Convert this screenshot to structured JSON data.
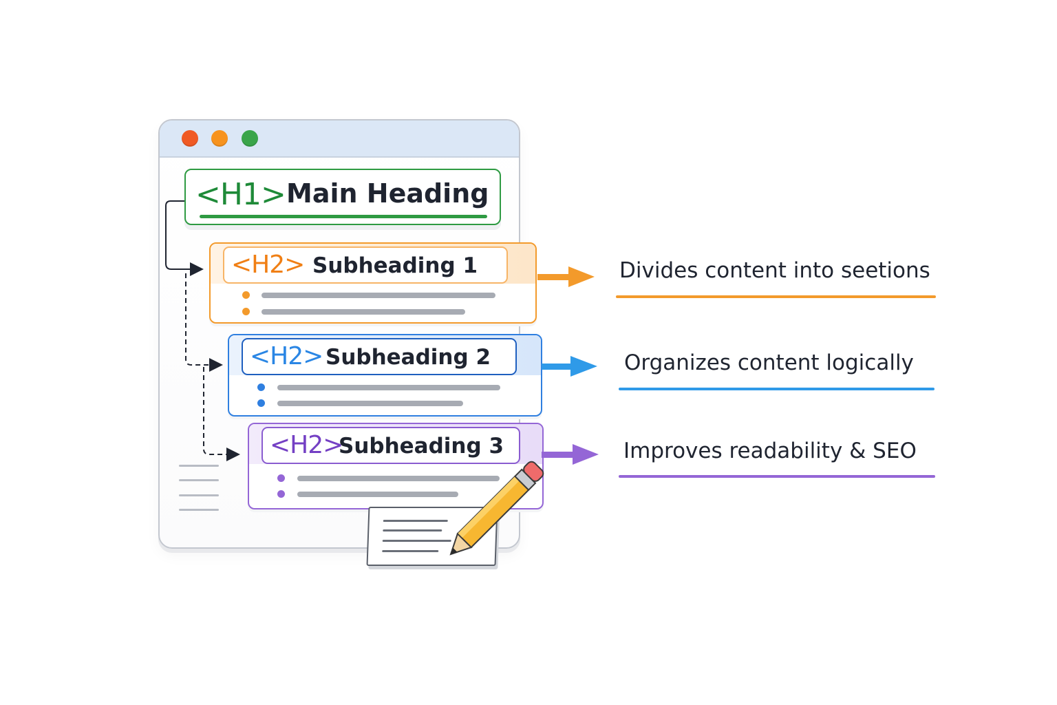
{
  "window": {
    "controls": [
      {
        "name": "close",
        "color": "#f05a24"
      },
      {
        "name": "minimize",
        "color": "#f7931e"
      },
      {
        "name": "maximize",
        "color": "#3aa54a"
      }
    ]
  },
  "main_heading": {
    "tag": "<H1>",
    "text": "Main Heading",
    "color": "#2e9a42"
  },
  "subheadings": [
    {
      "tag": "<H2>",
      "text": "Subheading 1",
      "color": "#f39a2b",
      "description": "Divides content into seetions"
    },
    {
      "tag": "<H2>",
      "text": "Subheading 2",
      "color": "#2f7fe0",
      "description": "Organizes content logically"
    },
    {
      "tag": "<H2>",
      "text": "Subheading 3",
      "color": "#9466d6",
      "description": "Improves readability & SEO"
    }
  ],
  "icons": [
    "pencil-icon",
    "note-card-icon"
  ]
}
